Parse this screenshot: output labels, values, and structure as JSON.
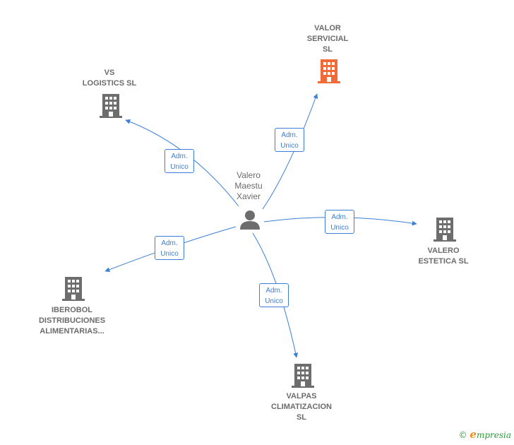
{
  "center": {
    "label": "Valero\nMaestu\nXavier",
    "icon": "person-icon"
  },
  "companies": [
    {
      "id": "vs-logistics",
      "label": "VS\nLOGISTICS  SL",
      "icon": "building-icon",
      "color": "#6d6d6d"
    },
    {
      "id": "valor-servicial",
      "label": "VALOR\nSERVICIAL\nSL",
      "icon": "building-icon",
      "color": "#f26a35"
    },
    {
      "id": "valero-estetica",
      "label": "VALERO\nESTETICA  SL",
      "icon": "building-icon",
      "color": "#6d6d6d"
    },
    {
      "id": "iberobol",
      "label": "IBEROBOL\nDISTRIBUCIONES\nALIMENTARIAS...",
      "icon": "building-icon",
      "color": "#6d6d6d"
    },
    {
      "id": "valpas",
      "label": "VALPAS\nCLIMATIZACION\nSL",
      "icon": "building-icon",
      "color": "#6d6d6d"
    }
  ],
  "relations": [
    {
      "to": "vs-logistics",
      "label": "Adm.\nUnico"
    },
    {
      "to": "valor-servicial",
      "label": "Adm.\nUnico"
    },
    {
      "to": "valero-estetica",
      "label": "Adm.\nUnico"
    },
    {
      "to": "iberobol",
      "label": "Adm.\nUnico"
    },
    {
      "to": "valpas",
      "label": "Adm.\nUnico"
    }
  ],
  "colors": {
    "edge": "#3c7fd6",
    "node": "#6d6d6d",
    "highlight": "#f26a35"
  },
  "footer": {
    "copyright": "©",
    "brand_initial": "e",
    "brand_rest": "mpresia"
  }
}
